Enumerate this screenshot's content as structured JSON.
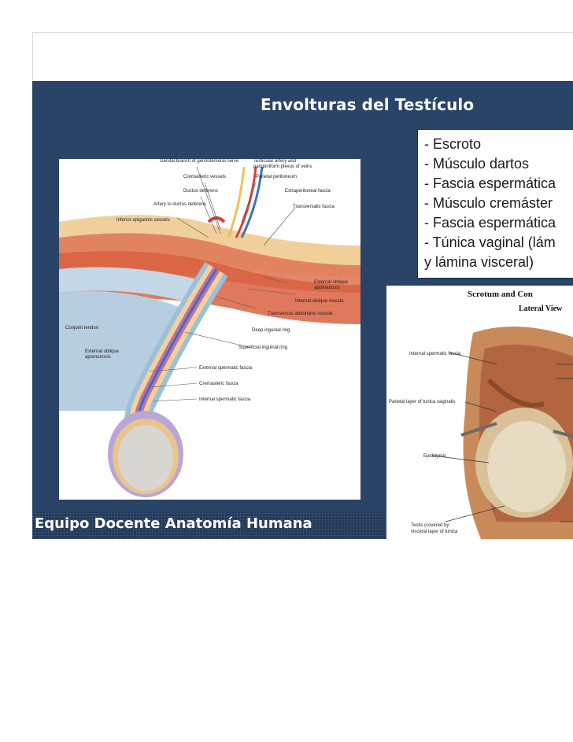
{
  "slide": {
    "title": "Envolturas del Testículo",
    "footer": "Equipo Docente Anatomía Humana",
    "bullets": [
      "- Escroto",
      "- Músculo dartos",
      "- Fascia espermática",
      "- Músculo cremáster",
      "- Fascia espermática",
      "- Túnica vaginal (lám",
      "y lámina visceral)"
    ]
  },
  "left_figure": {
    "labels": {
      "genital_branch": "Genital branch of genitofemoral nerve",
      "testicular_artery": "Testicular artery and",
      "pampiniform": "pampiniform plexus of veins",
      "cremasteric_vessels": "Cremasteric vessels",
      "parietal_peritoneum": "Parietal peritoneum",
      "ductus_deferens": "Ductus deferens",
      "extraperitoneal_fascia": "Extraperitoneal fascia",
      "artery_ductus": "Artery to ductus deferens",
      "transversalis_fascia": "Transversalis fascia",
      "inferior_epigastric": "Inferior epigastric vessels",
      "external_oblique_aponeurosis_1": "External oblique",
      "external_oblique_aponeurosis_2": "aponeurosis",
      "internal_oblique": "Internal oblique muscle",
      "transversus": "Transversus abdominis muscle",
      "conjoint_tendon": "Conjoint tendon",
      "deep_ring": "Deep inguinal ring",
      "superficial_ring": "Superficial inguinal ring",
      "ext_oblique_left_1": "External oblique",
      "ext_oblique_left_2": "aponeurosis",
      "external_spermatic": "External spermatic fascia",
      "cremasteric_fascia": "Cremasteric fascia",
      "internal_spermatic": "Internal spermatic fascia"
    }
  },
  "right_figure": {
    "title": "Scrotum and Con",
    "subtitle": "Lateral View",
    "labels": {
      "internal_spermatic": "Internal spermatic fascia",
      "parietal_layer": "Parietal layer of tunica vaginalis",
      "epididymis": "Epididymis",
      "testis_1": "Testis (covered by",
      "testis_2": "visceral layer of tunica"
    }
  },
  "colors": {
    "slide_background": "#294466",
    "footer_band": "#23395a",
    "title_text": "#ffffff"
  }
}
